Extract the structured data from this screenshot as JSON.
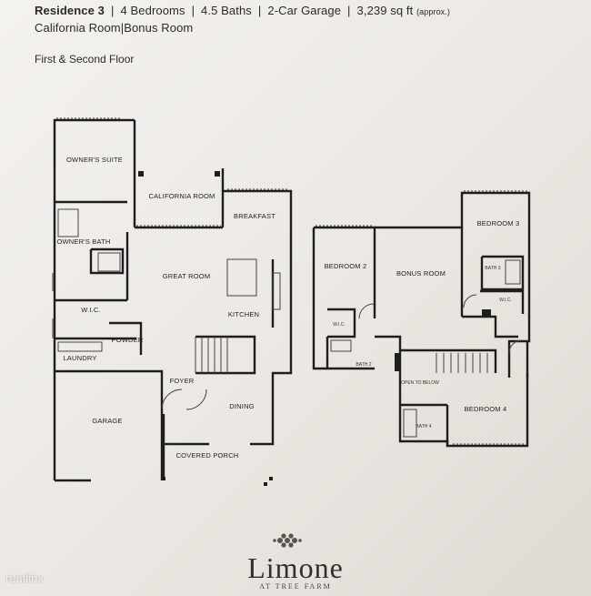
{
  "header": {
    "residence": "Residence 3",
    "bedrooms": "4 Bedrooms",
    "baths": "4.5 Baths",
    "garage": "2-Car Garage",
    "sqft": "3,239 sq ft",
    "sqft_note": "(approx.)",
    "extras_1": "California Room",
    "extras_2": "Bonus Room",
    "floors": "First & Second Floor"
  },
  "rooms_first": {
    "owners_suite": "OWNER'S SUITE",
    "california_room": "CALIFORNIA ROOM",
    "breakfast": "BREAKFAST",
    "owners_bath": "OWNER'S BATH",
    "great_room": "GREAT ROOM",
    "kitchen": "KITCHEN",
    "wic": "W.I.C.",
    "powder": "POWDER",
    "laundry": "LAUNDRY",
    "foyer": "FOYER",
    "dining": "DINING",
    "garage": "GARAGE",
    "covered_porch": "COVERED PORCH"
  },
  "rooms_second": {
    "bedroom_2": "BEDROOM 2",
    "bonus_room": "BONUS ROOM",
    "bedroom_3": "BEDROOM 3",
    "bath_3": "BATH 3",
    "wic_3": "W.I.C.",
    "wic_2": "W.I.C.",
    "bath_2": "BATH 2",
    "bath_4": "BATH 4",
    "bedroom_4": "BEDROOM 4",
    "open_to_below": "OPEN TO BELOW"
  },
  "brand": {
    "name": "Limone",
    "subtitle": "AT TREE FARM"
  },
  "watermark": "rentlinx"
}
